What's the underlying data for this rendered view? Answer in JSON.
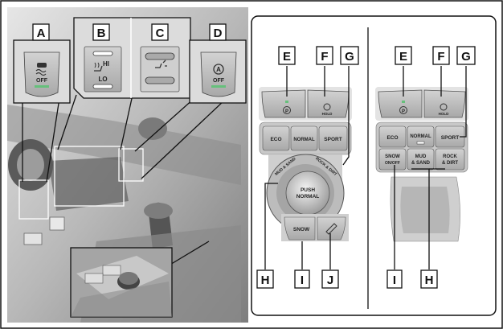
{
  "callouts": {
    "A": "A",
    "B": "B",
    "C": "C",
    "D": "D",
    "E": "E",
    "F": "F",
    "G": "G",
    "H": "H",
    "I": "I",
    "J": "J"
  },
  "switch_text": {
    "trac_off": "OFF",
    "heat_hi": "HI",
    "heat_lo": "LO",
    "auto_off": "OFF",
    "hold": "HOLD",
    "eco": "ECO",
    "normal": "NORMAL",
    "sport": "SPORT",
    "push": "PUSH",
    "normal_dial": "NORMAL",
    "snow": "SNOW",
    "snow_onoff_1": "SNOW",
    "snow_onoff_2": "ON/OFF",
    "mud_1": "MUD",
    "mud_2": "& SAND",
    "rock_1": "ROCK",
    "rock_2": "& DIRT",
    "dial_mud": "MUD & SAND",
    "dial_rock": "ROCK & DIRT"
  },
  "colors": {
    "panel_bg": "#dcdcdc",
    "photo_dark": "#6f6f6f",
    "photo_light": "#cfcfcf",
    "button": "#bdbdbd",
    "button_dark": "#9a9a9a",
    "indicator": "#66c07b",
    "stroke": "#111111"
  }
}
